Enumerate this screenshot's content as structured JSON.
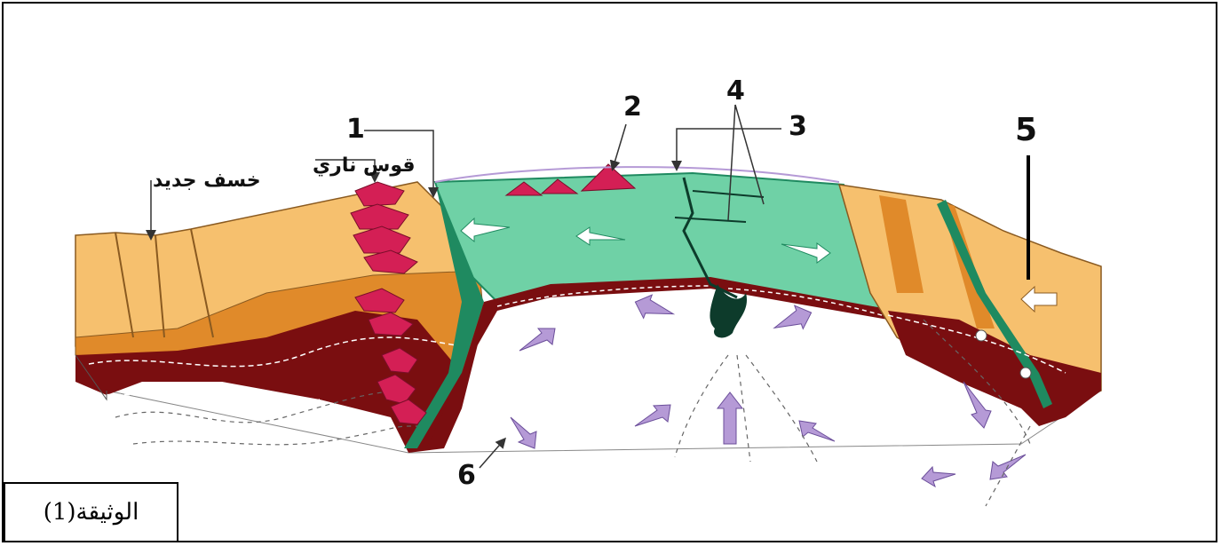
{
  "labels": {
    "n1": "1",
    "n2": "2",
    "n3": "3",
    "n4": "4",
    "n5": "5",
    "n6": "6",
    "new_rift": "خسف جديد",
    "volcanic_arc": "قوس ناري"
  },
  "caption": "الوثيقة(1)",
  "colors": {
    "continental_crust": "#f6c06e",
    "continental_lower": "#e08a2a",
    "lithosphere_dark": "#7a0e10",
    "oceanic_plate": "#6fd1a6",
    "oceanic_edge": "#1f8a60",
    "magma": "#d41f55",
    "convection_arrow": "#b59ad6"
  }
}
